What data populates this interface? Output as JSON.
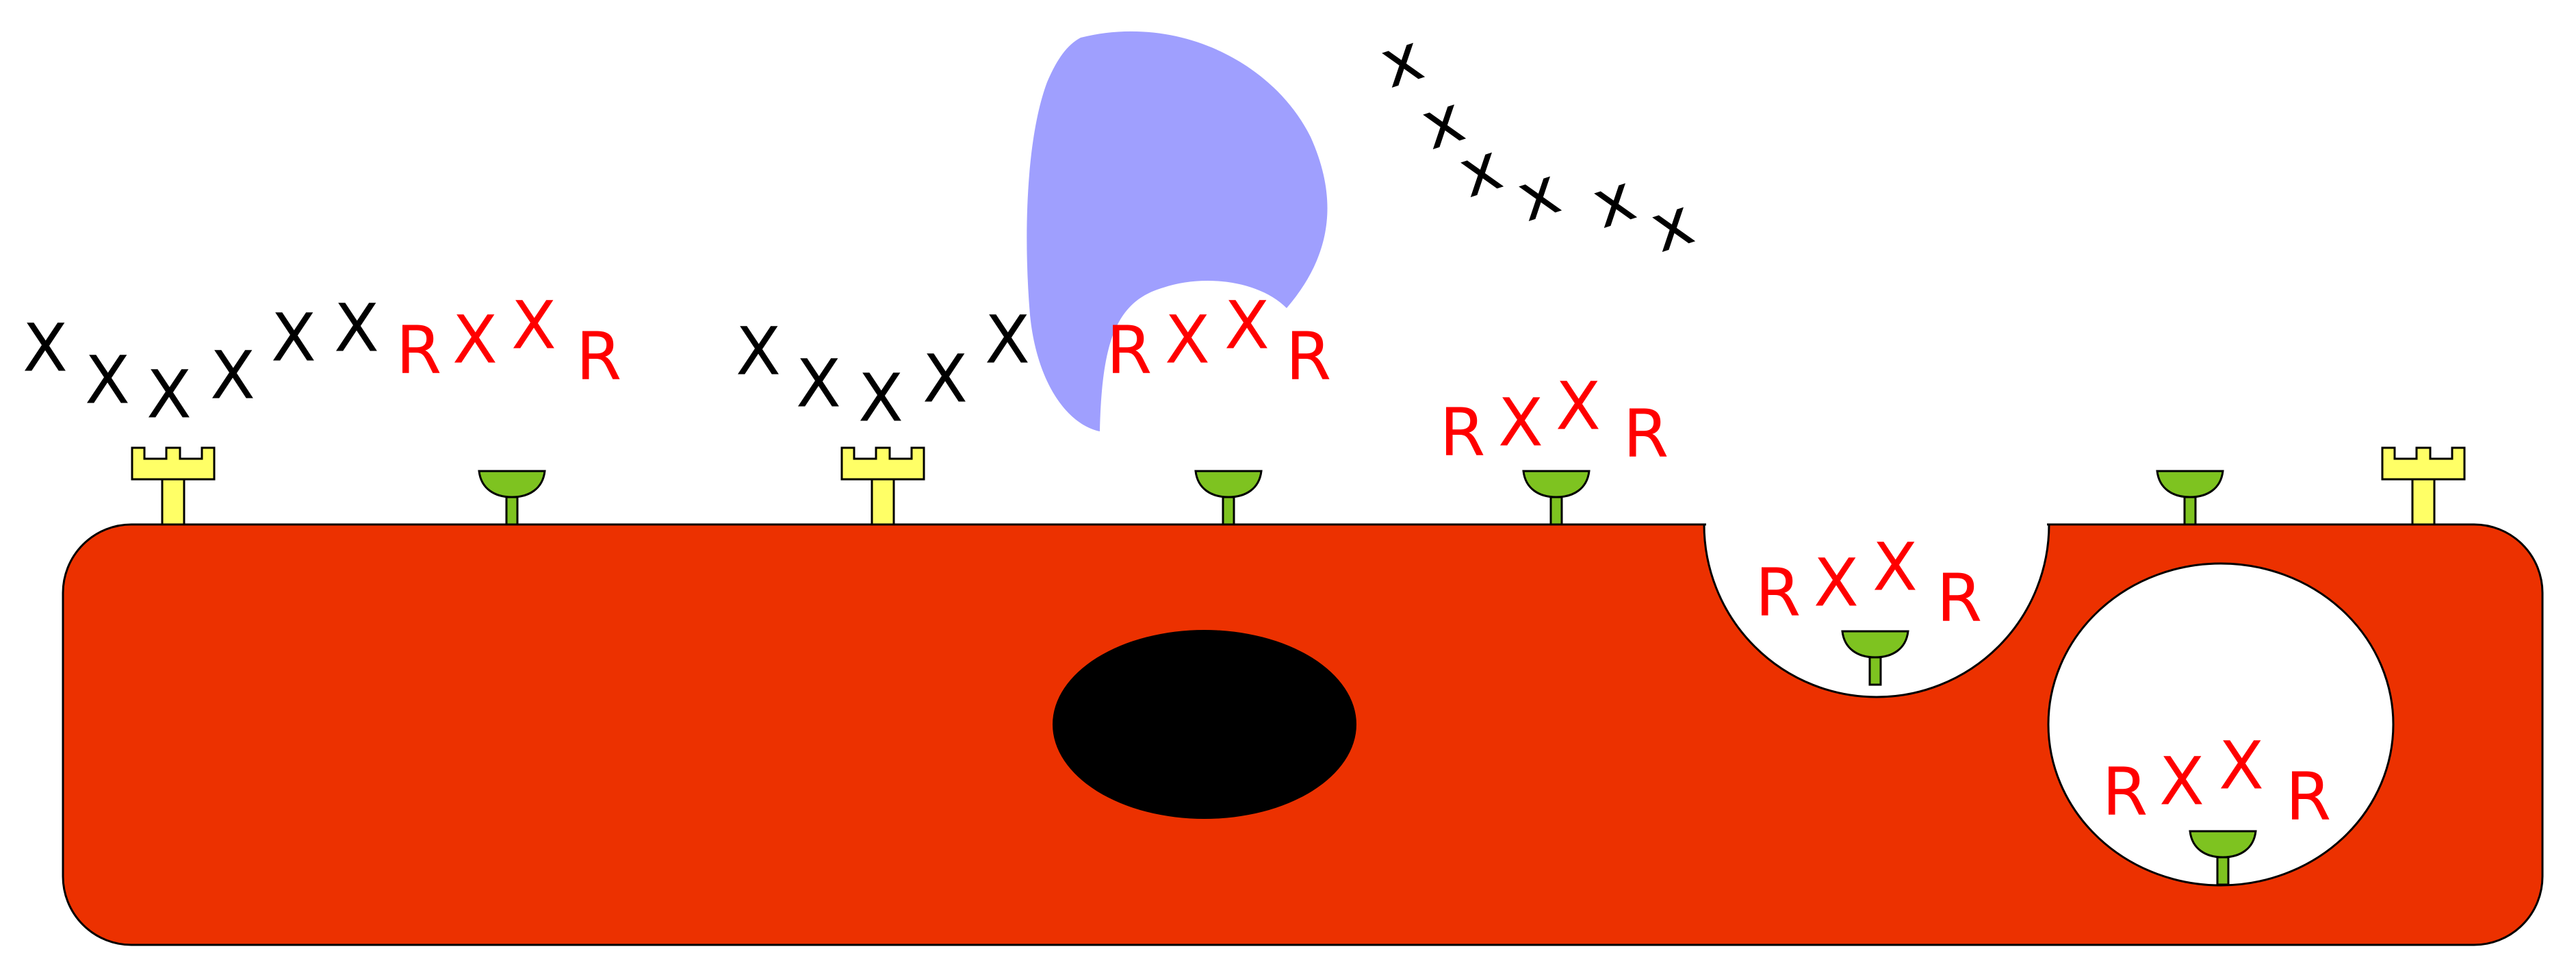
{
  "diagram": {
    "title": "",
    "colors": {
      "cell": "#ec3100",
      "nucleus": "#000000",
      "vesicle_interior": "#ffffff",
      "bound_ligand": "#ff0000",
      "free_ligand": "#000000",
      "cup_receptor": "#7ec320",
      "castle_receptor": "#ffff66",
      "blue_blob": "#9f9ffe",
      "outline": "#000000"
    },
    "icons": {
      "cup_receptor": "cup-receptor-icon",
      "castle_receptor": "castle-receptor-icon"
    },
    "glyphs": {
      "ligand_x": "X",
      "ligand_r": "R",
      "small_x": "x"
    },
    "chains": [
      [
        "X",
        "X",
        "X",
        "X",
        "X",
        "X",
        "R",
        "X",
        "X",
        "R"
      ],
      [
        "X",
        "X",
        "X",
        "X",
        "X",
        "R",
        "X",
        "X",
        "R"
      ],
      [
        "R",
        "X",
        "X",
        "R"
      ],
      [
        "R",
        "X",
        "X",
        "R"
      ],
      [
        "R",
        "X",
        "X",
        "R"
      ]
    ],
    "chain_colors": [
      [
        "black",
        "black",
        "black",
        "black",
        "black",
        "black",
        "red",
        "red",
        "red",
        "red"
      ],
      [
        "black",
        "black",
        "black",
        "black",
        "black",
        "red",
        "red",
        "red",
        "red"
      ],
      [
        "red",
        "red",
        "red",
        "red"
      ],
      [
        "red",
        "red",
        "red",
        "red"
      ],
      [
        "red",
        "red",
        "red",
        "red"
      ]
    ],
    "free_small_x": [
      "x",
      "x",
      "x",
      "x",
      "x",
      "x"
    ]
  }
}
